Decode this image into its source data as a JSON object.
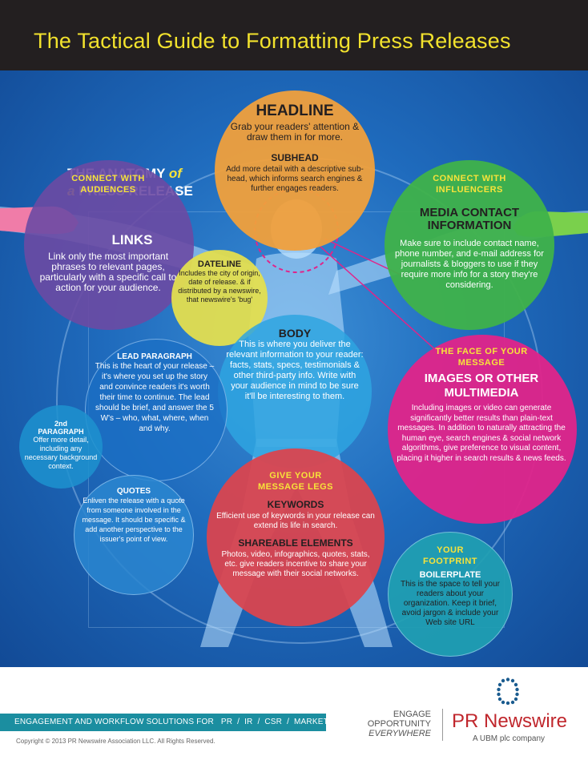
{
  "title": "The Tactical Guide to Formatting Press Releases",
  "anatomy": {
    "line1": "THE ANATOMY",
    "of": "of",
    "line2a": "a",
    "line2b": "PRESS RELEASE"
  },
  "headline": {
    "title": "HEADLINE",
    "text": "Grab your readers' attention & draw them in for more.",
    "sub_title": "SUBHEAD",
    "sub_text": "Add more detail with a descriptive sub-head, which informs search engines & further engages readers."
  },
  "links": {
    "caption": "CONNECT WITH AUDIENCES",
    "title": "LINKS",
    "text": "Link only the most important phrases to relevant pages, particularly with a specific call to action for your audience."
  },
  "media_contact": {
    "caption": "CONNECT WITH INFLUENCERS",
    "title": "MEDIA CONTACT INFORMATION",
    "text": "Make sure to include contact name, phone number, and e-mail address for journalists & bloggers to use if they require more info for a story they're considering."
  },
  "dateline": {
    "title": "DATELINE",
    "text": "Includes the city of origin, date of release. & if distributed by a newswire, that newswire's 'bug'"
  },
  "body": {
    "title": "BODY",
    "text": "This is where you deliver the relevant information to your reader: facts, stats, specs, testimonials & other third-party info. Write with your audience in mind to be sure it'll be interesting to them."
  },
  "lead": {
    "title": "LEAD PARAGRAPH",
    "text": "This is the heart of your release – it's where you set up the story and convince readers it's worth their time to continue. The lead should be brief, and answer the 5 W's – who, what, where, when and why."
  },
  "second_paragraph": {
    "title": "2nd PARAGRAPH",
    "text": "Offer more detail, including any necessary background context."
  },
  "quotes": {
    "title": "QUOTES",
    "text": "Enliven the release with a quote from someone involved in the message. It should be specific & add another perspective to the issuer's point of view."
  },
  "multimedia": {
    "caption": "THE FACE OF YOUR MESSAGE",
    "title": "IMAGES OR OTHER MULTIMEDIA",
    "text": "Including images or video can generate significantly better results than plain-text messages. In addition to naturally attracting the human eye, search engines & social network algorithms, give preference to visual content, placing it higher in search results & news feeds."
  },
  "keywords": {
    "caption": "GIVE YOUR MESSAGE LEGS",
    "title": "KEYWORDS",
    "text": "Efficient use of keywords in your release can extend its life in search.",
    "sub_title": "SHAREABLE ELEMENTS",
    "sub_text": "Photos, video, infographics, quotes, stats, etc. give readers incentive to share your message with their social networks."
  },
  "boilerplate": {
    "caption": "YOUR FOOTPRINT",
    "title": "BOILERPLATE",
    "text": "This is the space to tell your readers about your organization. Keep it brief, avoid jargon & include your Web site URL"
  },
  "footer": {
    "bar_prefix": "ENGAGEMENT AND WORKFLOW SOLUTIONS FOR",
    "items": [
      "PR",
      "IR",
      "CSR",
      "MARKETING"
    ],
    "slash": "/",
    "copyright": "Copyright © 2013 PR Newswire Association LLC. All Rights Reserved.",
    "engage": [
      "ENGAGE",
      "OPPORTUNITY",
      "EVERYWHERE"
    ],
    "brand": "PR Newswire",
    "tagline": "A UBM plc company"
  },
  "colors": {
    "title_bg": "#231f20",
    "title_text": "#f2e22d",
    "caption": "#f7e33a",
    "headline": "#f0a03c",
    "links": "#6b4aa3",
    "media": "#3fb24a",
    "dateline": "#e3de4f",
    "body": "#2ea4e0",
    "multimedia": "#e0248a",
    "keywords": "#d9444f",
    "boilerplate": "#1f9fb2",
    "lead": "#1b6fc4",
    "second": "#1d92cf",
    "quotes": "#2a86d0",
    "footer_bar": "#1b8ea0",
    "brand": "#c0272d"
  }
}
